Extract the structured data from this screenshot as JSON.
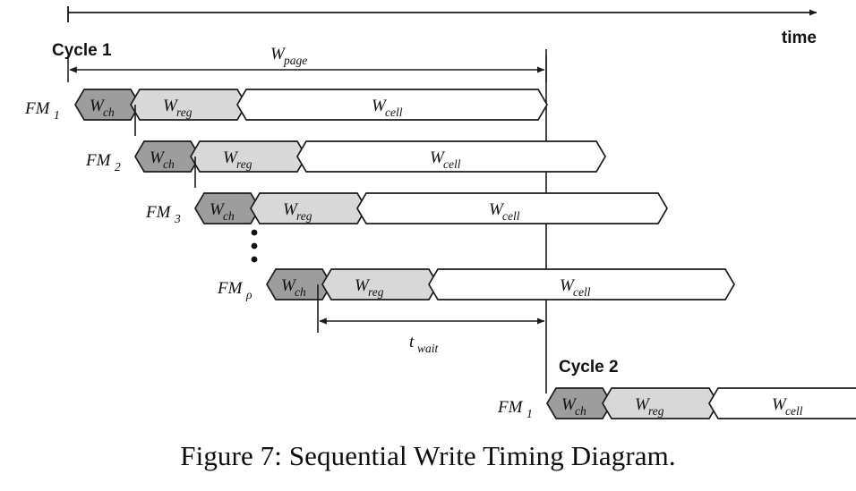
{
  "figure": {
    "caption": "Figure 7: Sequential Write Timing Diagram.",
    "axis_label": "time",
    "cycle1_label": "Cycle 1",
    "cycle2_label": "Cycle 2",
    "wpage_label": {
      "base": "W",
      "sub": "page"
    },
    "twait_label": {
      "base": "t",
      "sub": "wait"
    },
    "ellipsis_dots": 3
  },
  "colors": {
    "w_ch_fill": "#9d9d9d",
    "w_reg_fill": "#d8d8d8",
    "w_cell_fill": "#ffffff",
    "stroke": "#1a1a1a",
    "text": "#111111",
    "background": "#ffffff"
  },
  "block_types": [
    {
      "key": "w_ch",
      "base": "W",
      "sub": "ch",
      "fill": "#9d9d9d"
    },
    {
      "key": "w_reg",
      "base": "W",
      "sub": "reg",
      "fill": "#d8d8d8"
    },
    {
      "key": "w_cell",
      "base": "W",
      "sub": "cell",
      "fill": "#ffffff"
    }
  ],
  "rows": [
    {
      "id": "fm1-cycle1",
      "label": {
        "base": "FM",
        "sub": "1"
      },
      "cycle": "Cycle 1",
      "blocks": [
        {
          "type": "w_ch",
          "base": "W",
          "sub": "ch"
        },
        {
          "type": "w_reg",
          "base": "W",
          "sub": "reg"
        },
        {
          "type": "w_cell",
          "base": "W",
          "sub": "cell"
        }
      ]
    },
    {
      "id": "fm2-cycle1",
      "label": {
        "base": "FM",
        "sub": "2"
      },
      "cycle": "Cycle 1",
      "blocks": [
        {
          "type": "w_ch",
          "base": "W",
          "sub": "ch"
        },
        {
          "type": "w_reg",
          "base": "W",
          "sub": "reg"
        },
        {
          "type": "w_cell",
          "base": "W",
          "sub": "cell"
        }
      ]
    },
    {
      "id": "fm3-cycle1",
      "label": {
        "base": "FM",
        "sub": "3"
      },
      "cycle": "Cycle 1",
      "blocks": [
        {
          "type": "w_ch",
          "base": "W",
          "sub": "ch"
        },
        {
          "type": "w_reg",
          "base": "W",
          "sub": "reg"
        },
        {
          "type": "w_cell",
          "base": "W",
          "sub": "cell"
        }
      ]
    },
    {
      "id": "fmrho-cycle1",
      "label": {
        "base": "FM",
        "sub": "ρ"
      },
      "cycle": "Cycle 1",
      "blocks": [
        {
          "type": "w_ch",
          "base": "W",
          "sub": "ch"
        },
        {
          "type": "w_reg",
          "base": "W",
          "sub": "reg"
        },
        {
          "type": "w_cell",
          "base": "W",
          "sub": "cell"
        }
      ]
    },
    {
      "id": "fm1-cycle2",
      "label": {
        "base": "FM",
        "sub": "1"
      },
      "cycle": "Cycle 2",
      "blocks": [
        {
          "type": "w_ch",
          "base": "W",
          "sub": "ch"
        },
        {
          "type": "w_reg",
          "base": "W",
          "sub": "reg"
        },
        {
          "type": "w_cell",
          "base": "W",
          "sub": "cell"
        }
      ]
    }
  ],
  "chart_data": {
    "type": "timeline",
    "title": "Sequential Write Timing Diagram",
    "xlabel": "time",
    "x_axis": {
      "direction": "left-to-right",
      "arrow": true,
      "origin_tick": true
    },
    "annotations": [
      {
        "name": "W_page",
        "type": "double-arrow",
        "from_row": "fm1-cycle1",
        "spans": "cycle-start to page-write-complete"
      },
      {
        "name": "t_wait",
        "type": "double-arrow",
        "from_row": "fmrho-cycle1",
        "spans": "fm-rho W_ch end to cycle boundary"
      },
      {
        "name": "cycle-boundary",
        "type": "vertical-line",
        "at": "end of W_page"
      }
    ],
    "series": [
      {
        "name": "FM_1 (Cycle 1)",
        "segments": [
          {
            "label": "W_ch",
            "start": 0,
            "end": 1
          },
          {
            "label": "W_reg",
            "start": 1,
            "end": 3.8
          },
          {
            "label": "W_cell",
            "start": 3.8,
            "end": 14.6
          }
        ]
      },
      {
        "name": "FM_2 (Cycle 1)",
        "segments": [
          {
            "label": "W_ch",
            "start": 1,
            "end": 2
          },
          {
            "label": "W_reg",
            "start": 2,
            "end": 4.8
          },
          {
            "label": "W_cell",
            "start": 4.8,
            "end": 16.4
          }
        ]
      },
      {
        "name": "FM_3 (Cycle 1)",
        "segments": [
          {
            "label": "W_ch",
            "start": 2,
            "end": 3
          },
          {
            "label": "W_reg",
            "start": 3,
            "end": 5.8
          },
          {
            "label": "W_cell",
            "start": 5.8,
            "end": 18.3
          }
        ]
      },
      {
        "name": "FM_ρ (Cycle 1)",
        "segments": [
          {
            "label": "W_ch",
            "start": 6.8,
            "end": 7.8
          },
          {
            "label": "W_reg",
            "start": 7.8,
            "end": 10.6
          },
          {
            "label": "W_cell",
            "start": 10.6,
            "end": 20.4
          }
        ]
      },
      {
        "name": "FM_1 (Cycle 2)",
        "segments": [
          {
            "label": "W_ch",
            "start": 14.6,
            "end": 15.6
          },
          {
            "label": "W_reg",
            "start": 15.6,
            "end": 18.4
          },
          {
            "label": "W_cell",
            "start": 18.4,
            "end": 24
          }
        ]
      }
    ],
    "legend": {
      "visible": false
    },
    "grid": false
  }
}
